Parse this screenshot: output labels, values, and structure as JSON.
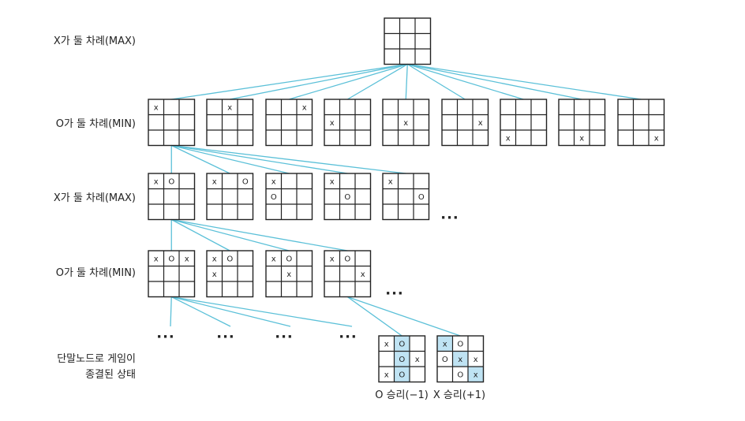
{
  "labels": {
    "level0": "X가 둘 차례(MAX)",
    "level1": "O가 둘 차례(MIN)",
    "level2": "X가 둘 차례(MAX)",
    "level3": "O가 둘 차례(MIN)",
    "terminal_line1": "단말노드로 게임이",
    "terminal_line2": "종결된 상태",
    "ellipsis": "···",
    "o_win": "O 승리(−1)",
    "x_win": "X 승리(+1)"
  },
  "colors": {
    "edge": "#5bc0d8",
    "grid": "#222222",
    "highlight": "#bfe3f3"
  },
  "boards": {
    "root": [
      "",
      "",
      "",
      "",
      "",
      "",
      "",
      "",
      ""
    ],
    "level1": [
      [
        "x",
        "",
        "",
        "",
        "",
        "",
        "",
        "",
        ""
      ],
      [
        "",
        "x",
        "",
        "",
        "",
        "",
        "",
        "",
        ""
      ],
      [
        "",
        "",
        "x",
        "",
        "",
        "",
        "",
        "",
        ""
      ],
      [
        "",
        "",
        "",
        "x",
        "",
        "",
        "",
        "",
        ""
      ],
      [
        "",
        "",
        "",
        "",
        "x",
        "",
        "",
        "",
        ""
      ],
      [
        "",
        "",
        "",
        "",
        "",
        "x",
        "",
        "",
        ""
      ],
      [
        "",
        "",
        "",
        "",
        "",
        "",
        "x",
        "",
        ""
      ],
      [
        "",
        "",
        "",
        "",
        "",
        "",
        "",
        "x",
        ""
      ],
      [
        "",
        "",
        "",
        "",
        "",
        "",
        "",
        "",
        "x"
      ]
    ],
    "level2": [
      [
        "x",
        "O",
        "",
        "",
        "",
        "",
        "",
        "",
        ""
      ],
      [
        "x",
        "",
        "O",
        "",
        "",
        "",
        "",
        "",
        ""
      ],
      [
        "x",
        "",
        "",
        "O",
        "",
        "",
        "",
        "",
        ""
      ],
      [
        "x",
        "",
        "",
        "",
        "O",
        "",
        "",
        "",
        ""
      ],
      [
        "x",
        "",
        "",
        "",
        "",
        "O",
        "",
        "",
        ""
      ]
    ],
    "level3": [
      [
        "x",
        "O",
        "x",
        "",
        "",
        "",
        "",
        "",
        ""
      ],
      [
        "x",
        "O",
        "",
        "x",
        "",
        "",
        "",
        "",
        ""
      ],
      [
        "x",
        "O",
        "",
        "",
        "x",
        "",
        "",
        "",
        ""
      ],
      [
        "x",
        "O",
        "",
        "",
        "",
        "x",
        "",
        "",
        ""
      ]
    ],
    "terminal": [
      {
        "cells": [
          "x",
          "O",
          "",
          "",
          "O",
          "x",
          "x",
          "O",
          ""
        ],
        "highlight": [
          1,
          4,
          7
        ]
      },
      {
        "cells": [
          "x",
          "O",
          "",
          "O",
          "x",
          "x",
          "",
          "O",
          "x"
        ],
        "highlight": [
          0,
          4,
          8
        ]
      }
    ]
  }
}
